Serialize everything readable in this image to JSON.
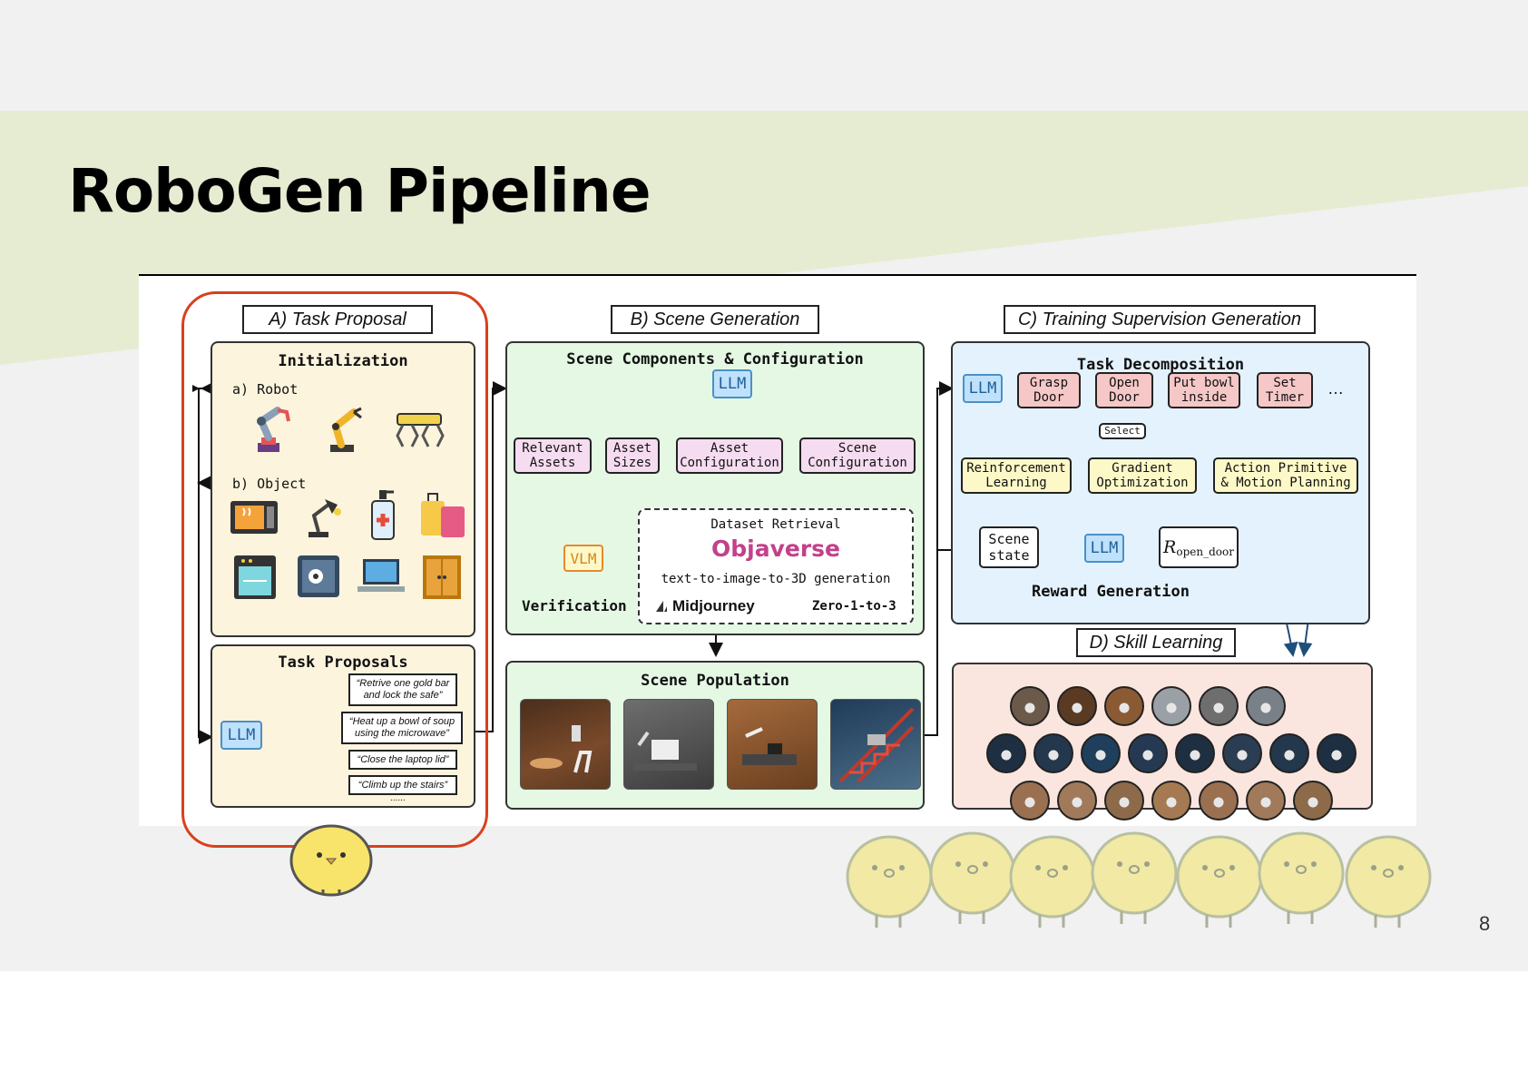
{
  "slide": {
    "title": "RoboGen Pipeline",
    "page_number": "8"
  },
  "colors": {
    "band": "#e6ecd2",
    "highlight": "#d9401d",
    "task_panel": "#fdf4dd",
    "scene_panel": "#e4f8e4",
    "training_panel": "#e3f2fc",
    "skill_panel": "#fbe6df",
    "pink_box": "#f5dcf0",
    "red_box": "#f6c7c7",
    "yellow_box": "#fdf8c8",
    "llm_box": "#bfe1fb"
  },
  "task_proposal": {
    "title": "A) Task Proposal",
    "init_title": "Initialization",
    "robot_label": "a) Robot",
    "object_label": "b) Object",
    "robots": [
      "robot-arm-icon",
      "industrial-arm-icon",
      "quadruped-robot-icon"
    ],
    "objects": [
      "microwave-icon",
      "desk-lamp-icon",
      "dispenser-bottle-icon",
      "suitcase-icon",
      "dishwasher-icon",
      "safe-icon",
      "laptop-icon",
      "cabinet-icon"
    ],
    "proposals_title": "Task Proposals",
    "llm": "LLM",
    "proposals": [
      "“Retrive one gold bar\nand lock the safe”",
      "“Heat up a bowl of soup\nusing the microwave”",
      "“Close the laptop lid”",
      "“Climb up the stairs”"
    ],
    "ellipsis": "......"
  },
  "scene_generation": {
    "title": "B) Scene Generation",
    "components_title": "Scene Components & Configuration",
    "llm": "LLM",
    "components": [
      "Relevant\nAssets",
      "Asset\nSizes",
      "Asset\nConfiguration",
      "Scene\nConfiguration"
    ],
    "vlm": "VLM",
    "verification": "Verification",
    "retrieval_label": "Dataset Retrieval",
    "objaverse": "Objaverse",
    "t2i_label": "text-to-image-to-3D generation",
    "midjourney": "Midjourney",
    "zero": "Zero-1-to-3",
    "population_title": "Scene Population"
  },
  "training_supervision": {
    "title": "C) Training Supervision Generation",
    "decomp_title": "Task Decomposition",
    "llm": "LLM",
    "subtasks": [
      "Grasp\nDoor",
      "Open\nDoor",
      "Put bowl\ninside",
      "Set\nTimer"
    ],
    "more": "…",
    "select": "Select",
    "methods": [
      "Reinforcement\nLearning",
      "Gradient\nOptimization",
      "Action Primitive\n& Motion Planning"
    ],
    "scene_state": "Scene\nstate",
    "llm2": "LLM",
    "reward_symbol": "R",
    "reward_sub": "open_door",
    "reward_title": "Reward Generation"
  },
  "skill_learning": {
    "title": "D) Skill Learning"
  }
}
